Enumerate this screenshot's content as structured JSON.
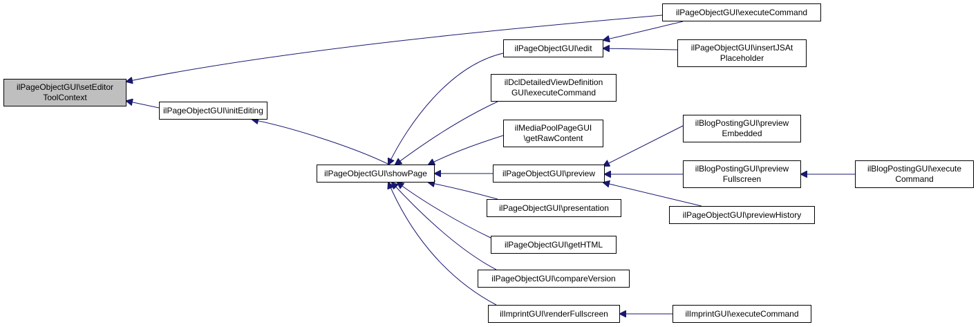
{
  "diagram": {
    "type": "caller-graph",
    "colors": {
      "edge": "#191970",
      "root_fill": "#bfbfbf",
      "node_fill": "#ffffff",
      "node_border": "#000000"
    },
    "nodes": {
      "setEditorToolContext": "ilPageObjectGUI\\setEditor\nToolContext",
      "initEditing": "ilPageObjectGUI\\initEditing",
      "showPage": "ilPageObjectGUI\\showPage",
      "executeCommand": "ilPageObjectGUI\\executeCommand",
      "edit": "ilPageObjectGUI\\edit",
      "insertJSAtPlaceholder": "ilPageObjectGUI\\insertJSAt\nPlaceholder",
      "dclExecuteCommand": "ilDclDetailedViewDefinition\nGUI\\executeCommand",
      "getRawContent": "ilMediaPoolPageGUI\n\\getRawContent",
      "preview": "ilPageObjectGUI\\preview",
      "previewEmbedded": "ilBlogPostingGUI\\preview\nEmbedded",
      "previewFullscreen": "ilBlogPostingGUI\\preview\nFullscreen",
      "blogExecuteCommand": "ilBlogPostingGUI\\execute\nCommand",
      "previewHistory": "ilPageObjectGUI\\previewHistory",
      "presentation": "ilPageObjectGUI\\presentation",
      "getHTML": "ilPageObjectGUI\\getHTML",
      "compareVersion": "ilPageObjectGUI\\compareVersion",
      "renderFullscreen": "ilImprintGUI\\renderFullscreen",
      "imprintExecuteCommand": "ilImprintGUI\\executeCommand"
    },
    "edges": [
      {
        "from": "executeCommand",
        "to": "setEditorToolContext"
      },
      {
        "from": "initEditing",
        "to": "setEditorToolContext"
      },
      {
        "from": "showPage",
        "to": "initEditing"
      },
      {
        "from": "executeCommand",
        "to": "edit"
      },
      {
        "from": "insertJSAtPlaceholder",
        "to": "edit"
      },
      {
        "from": "edit",
        "to": "showPage"
      },
      {
        "from": "dclExecuteCommand",
        "to": "showPage"
      },
      {
        "from": "getRawContent",
        "to": "showPage"
      },
      {
        "from": "preview",
        "to": "showPage"
      },
      {
        "from": "presentation",
        "to": "showPage"
      },
      {
        "from": "getHTML",
        "to": "showPage"
      },
      {
        "from": "compareVersion",
        "to": "showPage"
      },
      {
        "from": "renderFullscreen",
        "to": "showPage"
      },
      {
        "from": "previewEmbedded",
        "to": "preview"
      },
      {
        "from": "previewFullscreen",
        "to": "preview"
      },
      {
        "from": "previewHistory",
        "to": "preview"
      },
      {
        "from": "blogExecuteCommand",
        "to": "previewFullscreen"
      },
      {
        "from": "imprintExecuteCommand",
        "to": "renderFullscreen"
      }
    ]
  }
}
